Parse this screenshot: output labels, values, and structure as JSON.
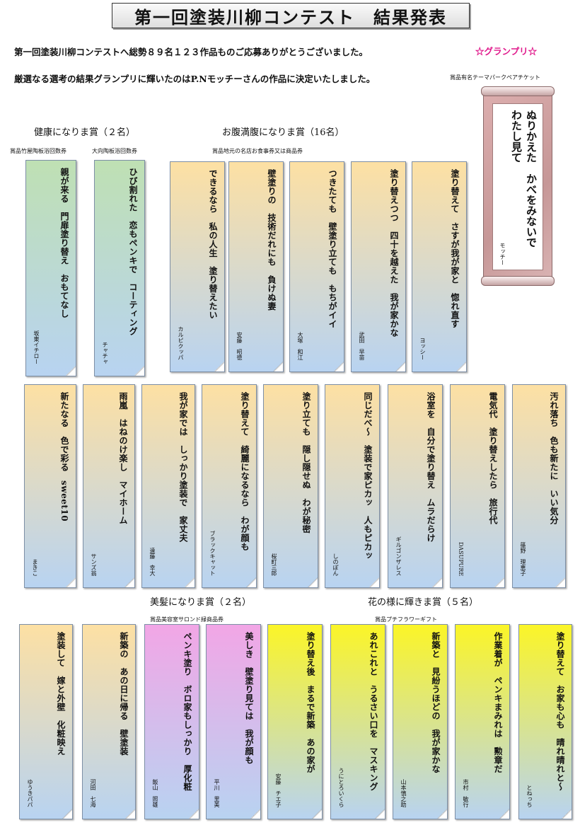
{
  "header": {
    "title": "第一回塗装川柳コンテスト　結果発表",
    "line1": "第一回塗装川柳コンテストへ総勢８９名１２３作品ものご応募ありがとうございました。",
    "grandprix_label": "☆グランプリ☆",
    "line2": "厳選なる選考の結果グランプリに輝いたのはP.Nモッチーさんの作品に決定いたしました。",
    "prize_note": "賞品有名テーマパークペアチケット"
  },
  "grandprix": {
    "poem": "ぬりかえた　かべをみないで\nわたし見て",
    "author": "モッチー"
  },
  "categories": {
    "kenko": "健康になりま賞（２名）",
    "kenko_prize_1": "賞品竹屋陶板浴回数券",
    "kenko_prize_2": "大向陶板浴回数券",
    "onaka": "お腹満腹になりま賞（16名）",
    "onaka_prize": "賞品地元の名店お食事券又は商品券",
    "bihatsu": "美髪になりま賞（２名）",
    "bihatsu_prize": "賞品美容室サロンド緑商品券",
    "hana": "花の様に輝きま賞（５名）",
    "hana_prize": "賞品プチフラワーギフト"
  },
  "colors": {
    "grad_green": "#bfe0b3",
    "grad_orange": "#fde0a3",
    "grad_pink": "#f2a6e6",
    "grad_yellow": "#fbf527",
    "grad_blue": "#b8d3f1",
    "grandprix_red": "#e0188b",
    "scroll": "#c69797"
  },
  "cards": [
    {
      "text": "親が来る　門扉塗り替え　おもてなし",
      "author": "坂東イチロー",
      "color": "green"
    },
    {
      "text": "ひび割れた　恋もペンキで　コーティング",
      "author": "チャチャ",
      "color": "green"
    },
    {
      "text": "できるなら　私の人生　塗り替えたい",
      "author": "カルピクッパ",
      "color": "orange"
    },
    {
      "text": "壁塗りの　技術だれにも　負けぬ妻",
      "author": "安藤　昭徳",
      "color": "orange"
    },
    {
      "text": "つきたても　壁塗り立ても　もちがイイ",
      "author": "大塚　和江",
      "color": "orange"
    },
    {
      "text": "塗り替えつつ　四十を越えた　我が家かな",
      "author": "武田　早苗",
      "color": "orange"
    },
    {
      "text": "塗り替えて　さすが我が家と　惚れ直す",
      "author": "ヨッシー",
      "color": "orange"
    },
    {
      "text": "新たなる　色で彩る　sweet10",
      "author": "まきこ",
      "color": "orange"
    },
    {
      "text": "雨嵐　はねのけ楽し　マイホーム",
      "author": "サンズ翁",
      "color": "orange"
    },
    {
      "text": "我が家では　しっかり塗装で　家丈夫",
      "author": "遠藤　幸大",
      "color": "orange"
    },
    {
      "text": "塗り替えて　綺麗になるなら　わが顔も",
      "author": "ブラックキャット",
      "color": "orange"
    },
    {
      "text": "塗り立ても　隠し隠せぬ　わが秘密",
      "author": "桜町三郎",
      "color": "orange"
    },
    {
      "text": "同じだべ～　塗装で家ピカッ　人もピカッ",
      "author": "しのぽん",
      "color": "orange"
    },
    {
      "text": "浴室を　自分で塗り替え　ムラだらけ",
      "author": "ギルゴンザレス",
      "color": "orange"
    },
    {
      "text": "電気代　塗り替えしたら　旅行代",
      "author": "DASUPURE",
      "color": "orange"
    },
    {
      "text": "汚れ落ち　色も新たに　いい気分",
      "author": "篠野　理恵子",
      "color": "orange"
    },
    {
      "text": "塗装して　嫁と外壁　化粧映え",
      "author": "ゆうきパパ",
      "color": "orange"
    },
    {
      "text": "新築の　あの日に帰る　壁塗装",
      "author": "河田　七海",
      "color": "orange"
    },
    {
      "text": "ペンキ塗り　ボロ家もしっかり　厚化粧",
      "author": "飯山　照雄",
      "color": "pink"
    },
    {
      "text": "美しき　壁塗り見ては　我が顔も",
      "author": "平川　里美",
      "color": "pink"
    },
    {
      "text": "塗り替え後　まるで新築　あの家が",
      "author": "安藤　チエ子",
      "color": "yellow"
    },
    {
      "text": "あれこれと　うるさい口を　マスキング",
      "author": "うにとろいくら",
      "color": "yellow"
    },
    {
      "text": "新築と　見紛うほどの　我が家かな",
      "author": "山本慎之助",
      "color": "yellow"
    },
    {
      "text": "作業着が　ペンキまみれは　勲章だ",
      "author": "市村　敏行",
      "color": "yellow"
    },
    {
      "text": "塗り替えて　お家も心も　晴れ晴れと～",
      "author": "とねっち",
      "color": "yellow"
    }
  ]
}
